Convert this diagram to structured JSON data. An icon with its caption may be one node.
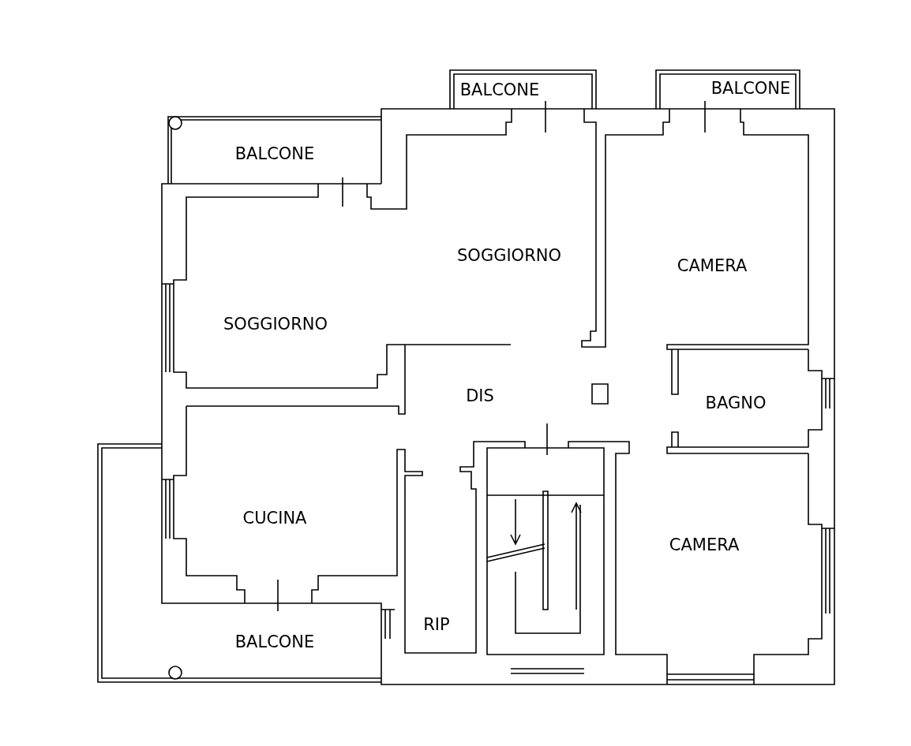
{
  "diagram": {
    "labels": [
      "BALCONE",
      "BALCONE",
      "BALCONE",
      "SOGGIORNO",
      "CAMERA",
      "SOGGIORNO",
      "DIS",
      "BAGNO",
      "CUCINA",
      "CAMERA",
      "BALCONE",
      "RIP"
    ]
  }
}
